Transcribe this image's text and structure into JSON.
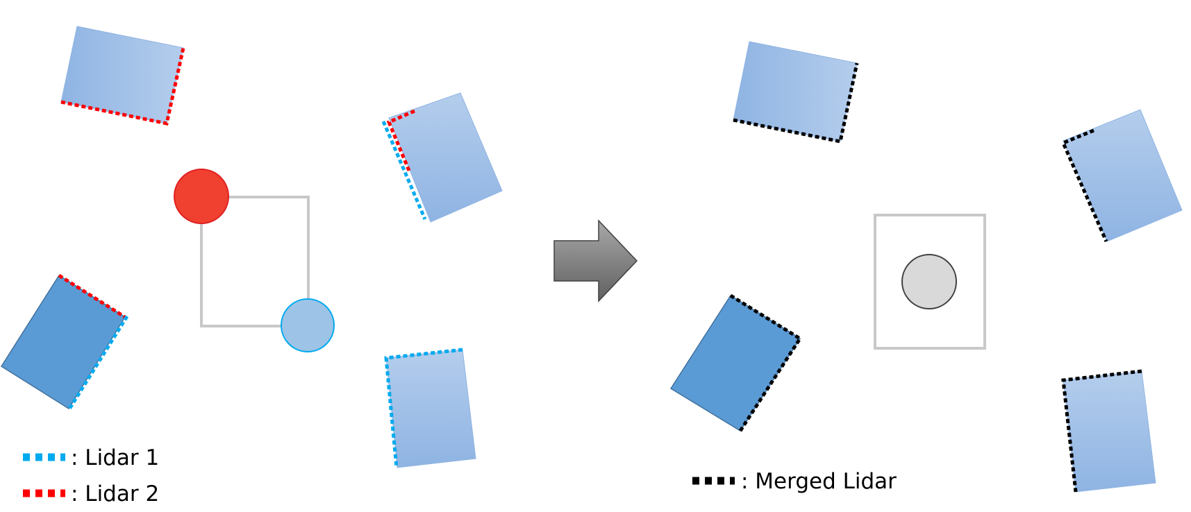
{
  "legend": {
    "lidar1": {
      "label": ": Lidar 1",
      "color": "#00aaee"
    },
    "lidar2": {
      "label": ": Lidar 2",
      "color": "#ff0000"
    },
    "merged": {
      "label": ": Merged Lidar",
      "color": "#000000"
    }
  },
  "colors": {
    "box_light_start": "#8fb4e3",
    "box_light_end": "#b4cdec",
    "box_dark": "#5b9bd5",
    "sensor1_fill": "#9dc3e6",
    "sensor1_stroke": "#00aaee",
    "sensor2_fill": "#f04030",
    "sensor2_stroke": "#e02020",
    "merged_sensor_fill": "#d9d9d9",
    "frame_gray": "#c8c8c8",
    "arrow_start": "#606060",
    "arrow_end": "#a8a8a8"
  },
  "icons": {
    "arrow": "right-arrow-icon"
  }
}
